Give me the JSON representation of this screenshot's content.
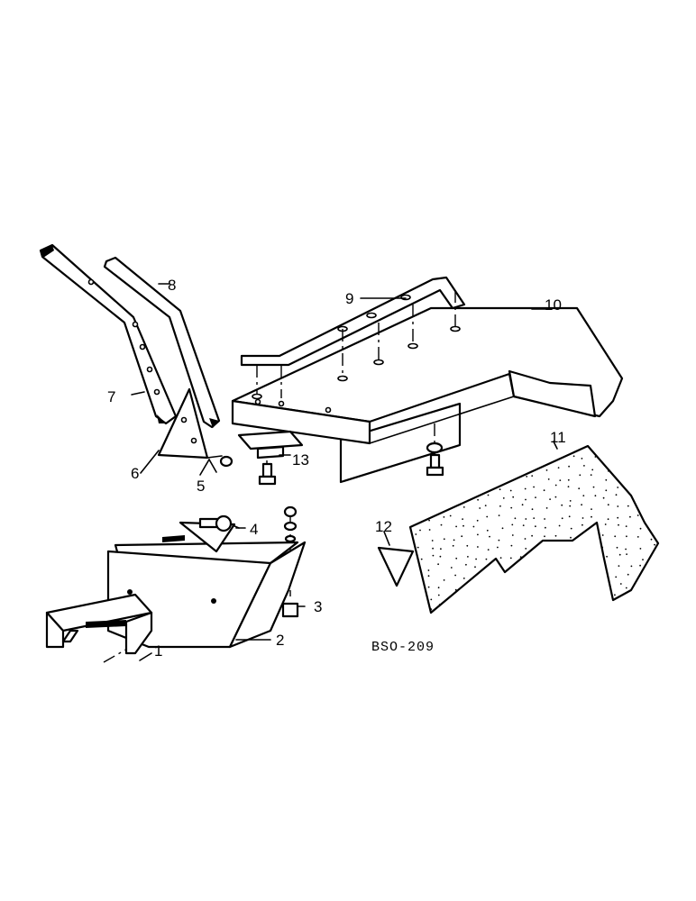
{
  "callouts": {
    "c1": "1",
    "c2": "2",
    "c3": "3",
    "c4": "4",
    "c5": "5",
    "c6": "6",
    "c7": "7",
    "c8": "8",
    "c9": "9",
    "c10": "10",
    "c11": "11",
    "c12": "12",
    "c13": "13"
  },
  "drawing_code": "BSO-209"
}
